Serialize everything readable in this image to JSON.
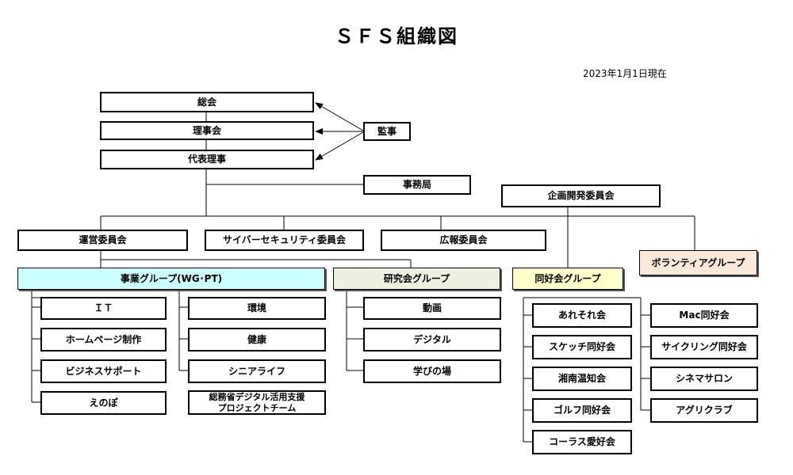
{
  "title": "ＳＦＳ組織図",
  "date": "2023年1月1日現在",
  "top": {
    "soukai": "総会",
    "rijikai": "理事会",
    "daihyo": "代表理事",
    "kansa": "監事",
    "jimukyoku": "事務局",
    "kikaku": "企画開発委員会"
  },
  "committees": {
    "unei": "運営委員会",
    "cyber": "サイバーセキュリティ委員会",
    "kouhou": "広報委員会",
    "volunteer": "ボランティアグループ"
  },
  "groups": {
    "jigyou": "事業グループ(WG･PT)",
    "kenkyu": "研究会グループ",
    "doukou": "同好会グループ"
  },
  "jigyou_left": [
    "ＩＴ",
    "ホームページ制作",
    "ビジネスサポート",
    "えのぽ"
  ],
  "jigyou_right": [
    "環境",
    "健康",
    "シニアライフ"
  ],
  "jigyou_project": [
    "総務省デジタル活用支援",
    "プロジェクトチーム"
  ],
  "kenkyu_items": [
    "動画",
    "デジタル",
    "学びの場"
  ],
  "doukou_left": [
    "あれそれ会",
    "スケッチ同好会",
    "湘南温知会",
    "ゴルフ同好会",
    "コーラス愛好会"
  ],
  "doukou_right": [
    "Mac同好会",
    "サイクリング同好会",
    "シネマサロン",
    "アグリクラブ"
  ]
}
